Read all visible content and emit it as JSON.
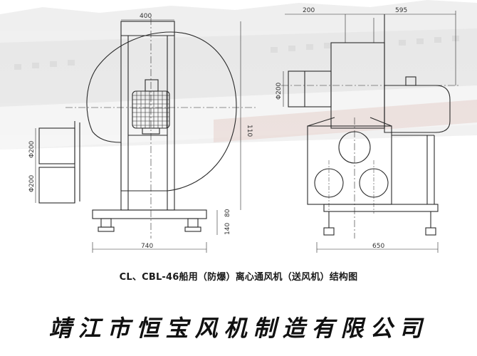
{
  "caption": "CL、CBL-46船用（防爆）离心通风机（送风机）结构图",
  "company": "靖江市恒宝风机制造有限公司",
  "front_view": {
    "dim_top": "400",
    "dim_bottom": "740",
    "dim_right_height": "110",
    "dim_base_upper": "80",
    "dim_base_lower": "140",
    "dim_inlet_upper": "Φ200",
    "dim_inlet_lower": "Φ200"
  },
  "side_view": {
    "dim_top_left": "200",
    "dim_top_right": "595",
    "dim_left_dia": "Φ200",
    "dim_bottom": "650"
  },
  "colors": {
    "line": "#2a2a2a",
    "backdrop": "#c8c8c8",
    "backdrop_accent": "#b06a5a"
  }
}
